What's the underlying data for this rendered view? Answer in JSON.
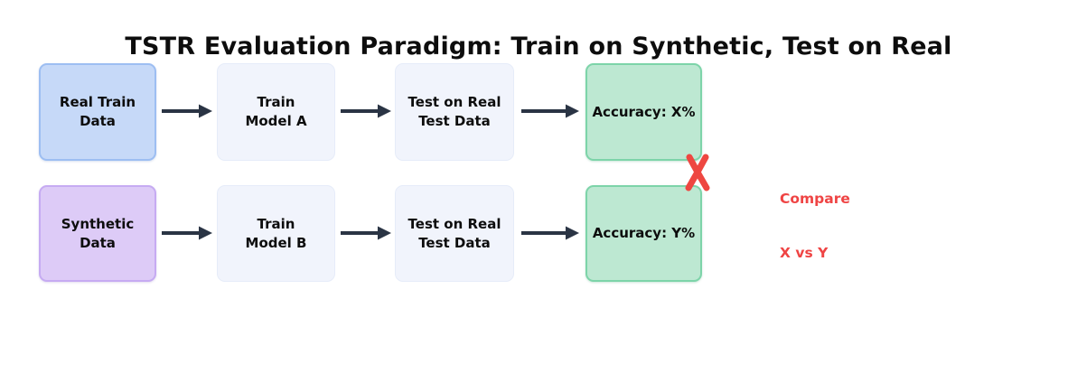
{
  "title": "TSTR Evaluation Paradigm: Train on Synthetic, Test on Real",
  "flow": {
    "rows": [
      {
        "name": "real-pipeline",
        "boxes": [
          {
            "id": "real-train-data",
            "lines": [
              "Real Train",
              "Data"
            ]
          },
          {
            "id": "train-model-a",
            "lines": [
              "Train",
              "Model A"
            ]
          },
          {
            "id": "test-on-real-a",
            "lines": [
              "Test on Real",
              "Test Data"
            ]
          },
          {
            "id": "accuracy-x",
            "lines": [
              "Accuracy: X%"
            ]
          }
        ]
      },
      {
        "name": "synthetic-pipeline",
        "boxes": [
          {
            "id": "synthetic-data",
            "lines": [
              "Synthetic",
              "Data"
            ]
          },
          {
            "id": "train-model-b",
            "lines": [
              "Train",
              "Model B"
            ]
          },
          {
            "id": "test-on-real-b",
            "lines": [
              "Test on Real",
              "Test Data"
            ]
          },
          {
            "id": "accuracy-y",
            "lines": [
              "Accuracy: Y%"
            ]
          }
        ]
      }
    ]
  },
  "annotation": {
    "x_mark": "X",
    "compare_lines": [
      "Compare",
      "X vs Y"
    ]
  },
  "colors": {
    "real_fill": "#c6d9f8",
    "real_border": "#9dbef2",
    "synthetic_fill": "#ddcbf7",
    "synthetic_border": "#c6abf2",
    "neutral_fill": "#f1f4fc",
    "neutral_border": "#e6ecf9",
    "result_fill": "#bde8d2",
    "result_border": "#7dd4a9",
    "arrow": "#2a3444",
    "compare_red": "#ef4444",
    "text": "#0d0d0d",
    "background": "#ffffff"
  }
}
